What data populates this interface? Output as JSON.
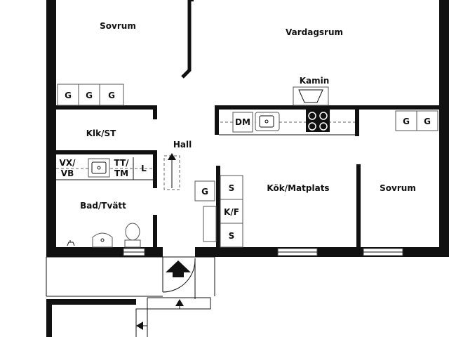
{
  "rooms": {
    "bedroom_1": "Sovrum",
    "living_room": "Vardagsrum",
    "fireplace": "Kamin",
    "closet_storage": "Klk/ST",
    "hall": "Hall",
    "bathroom_laundry": "Bad/Tvätt",
    "kitchen_dining": "Kök/Matplats",
    "bedroom_2": "Sovrum"
  },
  "units": {
    "wardrobe": "G",
    "dishwasher": "DM",
    "washbasin_line1": "VX/",
    "washbasin_line2": "VB",
    "dryer_line1": "TT/",
    "dryer_line2": "TM",
    "linen": "L",
    "storage": "S",
    "fridge_freezer": "K/F"
  },
  "colors": {
    "wall": "#111111",
    "background": "#ffffff",
    "fixture_line": "#555555"
  }
}
